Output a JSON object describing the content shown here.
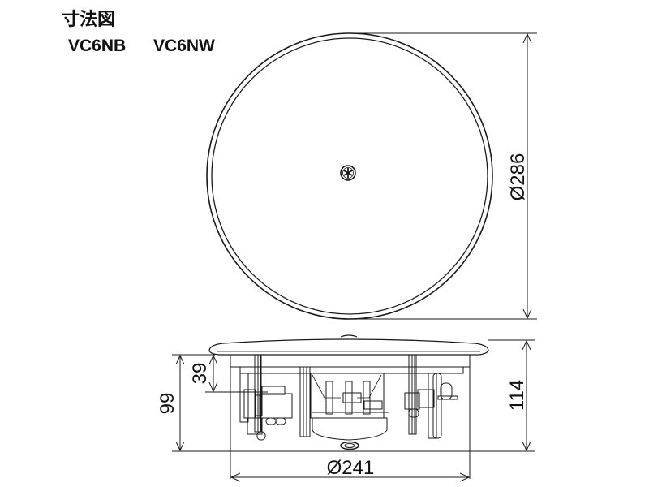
{
  "header": {
    "title": "寸法図",
    "models": [
      "VC6NB",
      "VC6NW"
    ]
  },
  "top_view": {
    "overall_diameter_label": "Ø286",
    "center_logo": "yamaha-tuning-fork-logo"
  },
  "side_view": {
    "total_height_label": "114",
    "depth_label": "99",
    "flange_to_frame_label": "39",
    "cutout_diameter_label": "Ø241"
  },
  "colors": {
    "line": "#1a1a1a",
    "background": "#ffffff"
  }
}
